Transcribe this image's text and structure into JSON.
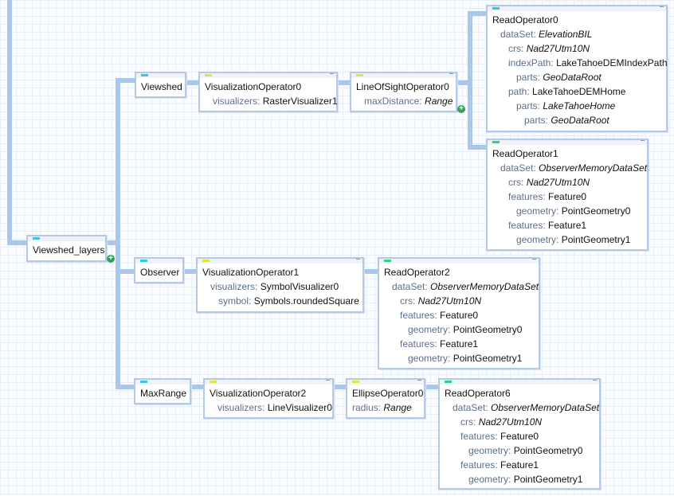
{
  "nodes": {
    "viewshed_layers": {
      "title": "Viewshed_layers"
    },
    "viewshed": {
      "title": "Viewshed"
    },
    "observer": {
      "title": "Observer"
    },
    "maxrange": {
      "title": "MaxRange"
    },
    "viz0": {
      "title": "VisualizationOperator0",
      "props": [
        {
          "key": "visualizers:",
          "value": "RasterVisualizer1"
        }
      ]
    },
    "los0": {
      "title": "LineOfSightOperator0",
      "props": [
        {
          "key": "maxDistance:",
          "value": "Range"
        }
      ]
    },
    "read0": {
      "title": "ReadOperator0",
      "props": [
        {
          "key": "dataSet:",
          "value": "ElevationBIL"
        },
        {
          "key": "crs:",
          "value": "Nad27Utm10N"
        },
        {
          "key": "indexPath:",
          "value": "LakeTahoeDEMIndexPath"
        },
        {
          "key": "parts:",
          "value": "GeoDataRoot"
        },
        {
          "key": "path:",
          "value": "LakeTahoeDEMHome"
        },
        {
          "key": "parts:",
          "value": "LakeTahoeHome"
        },
        {
          "key": "parts:",
          "value": "GeoDataRoot"
        }
      ]
    },
    "read1": {
      "title": "ReadOperator1",
      "props": [
        {
          "key": "dataSet:",
          "value": "ObserverMemoryDataSet"
        },
        {
          "key": "crs:",
          "value": "Nad27Utm10N"
        },
        {
          "key": "features:",
          "value": "Feature0"
        },
        {
          "key": "geometry:",
          "value": "PointGeometry0"
        },
        {
          "key": "features:",
          "value": "Feature1"
        },
        {
          "key": "geometry:",
          "value": "PointGeometry1"
        }
      ]
    },
    "viz1": {
      "title": "VisualizationOperator1",
      "props": [
        {
          "key": "visualizers:",
          "value": "SymbolVisualizer0"
        },
        {
          "key": "symbol:",
          "value": "Symbols.roundedSquare"
        }
      ]
    },
    "read2": {
      "title": "ReadOperator2",
      "props": [
        {
          "key": "dataSet:",
          "value": "ObserverMemoryDataSet"
        },
        {
          "key": "crs:",
          "value": "Nad27Utm10N"
        },
        {
          "key": "features:",
          "value": "Feature0"
        },
        {
          "key": "geometry:",
          "value": "PointGeometry0"
        },
        {
          "key": "features:",
          "value": "Feature1"
        },
        {
          "key": "geometry:",
          "value": "PointGeometry1"
        }
      ]
    },
    "viz2": {
      "title": "VisualizationOperator2",
      "props": [
        {
          "key": "visualizers:",
          "value": "LineVisualizer0"
        }
      ]
    },
    "ellipse0": {
      "title": "EllipseOperator0",
      "props": [
        {
          "key": "radius:",
          "value": "Range"
        }
      ]
    },
    "read6": {
      "title": "ReadOperator6",
      "props": [
        {
          "key": "dataSet:",
          "value": "ObserverMemoryDataSet"
        },
        {
          "key": "crs:",
          "value": "Nad27Utm10N"
        },
        {
          "key": "features:",
          "value": "Feature0"
        },
        {
          "key": "geometry:",
          "value": "PointGeometry0"
        },
        {
          "key": "features:",
          "value": "Feature1"
        },
        {
          "key": "geometry:",
          "value": "PointGeometry1"
        }
      ]
    }
  },
  "colors": {
    "link": "#a9c7ea",
    "border": "#b3c9e6",
    "expand": "#3a9c5a"
  },
  "icons": {
    "expand": "plus-circle-icon",
    "minimize": "minimize-icon"
  }
}
